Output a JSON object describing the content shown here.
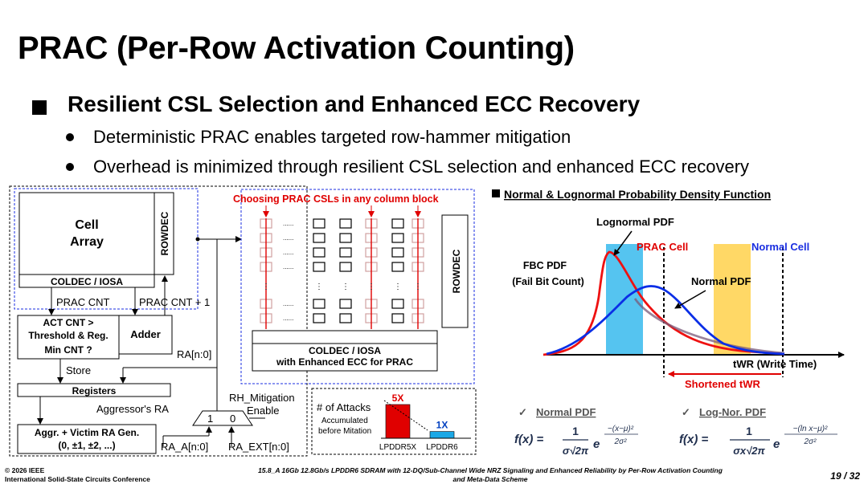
{
  "title": "PRAC (Per-Row Activation Counting)",
  "section_heading": "Resilient CSL Selection and Enhanced ECC Recovery",
  "bullets": [
    "Deterministic PRAC enables targeted row-hammer mitigation",
    "Overhead is minimized through resilient CSL selection and enhanced ECC recovery"
  ],
  "diagram": {
    "cell_array_line1": "Cell",
    "cell_array_line2": "Array",
    "rowdec": "ROWDEC",
    "coldec": "COLDEC / IOSA",
    "prac_cnt": "PRAC CNT",
    "prac_cnt_plus": "PRAC CNT + 1",
    "act_cnt_line1": "ACT CNT >",
    "act_cnt_line2": "Threshold & Reg.",
    "act_cnt_line3": "Min CNT ?",
    "adder": "Adder",
    "ra": "RA[n:0]",
    "store": "Store",
    "registers": "Registers",
    "aggressor_ra": "Aggressor's RA",
    "rh_mitigation_line1": "RH_Mitigation",
    "rh_mitigation_line2": "Enable",
    "mux_1": "1",
    "mux_0": "0",
    "aggr_gen_line1": "Aggr. + Victim RA Gen.",
    "aggr_gen_line2": "(0, ±1, ±2, ...)",
    "ra_a": "RA_A[n:0]",
    "ra_ext": "RA_EXT[n:0]",
    "choosing_csl": "Choosing PRAC CSLs in any column block",
    "coldec_ecc_line1": "COLDEC / IOSA",
    "coldec_ecc_line2": "with Enhanced ECC for PRAC",
    "ellipsis": "......"
  },
  "attack_chart": {
    "label_line1": "# of Attacks",
    "label_line2": "Accumulated",
    "label_line3": "before Mitation",
    "chart_data": {
      "type": "bar",
      "categories": [
        "LPDDR5X",
        "LPDDR6"
      ],
      "values": [
        5,
        1
      ],
      "data_labels": [
        "5X",
        "1X"
      ],
      "colors": [
        "#e00000",
        "#1ba8e6"
      ],
      "label_colors": [
        "#e00000",
        "#0040c0"
      ]
    }
  },
  "pdf_panel": {
    "title": "Normal & Lognormal Probability Density Function",
    "lognormal_label": "Lognormal PDF",
    "prac_cell": "PRAC Cell",
    "normal_cell": "Normal Cell",
    "fbc_line1": "FBC PDF",
    "fbc_line2": "(Fail Bit Count)",
    "normal_pdf": "Normal PDF",
    "twr": "tWR (Write Time)",
    "shortened": "Shortened tWR",
    "normal_pdf_title": "Normal PDF",
    "lognor_title": "Log-Nor. PDF",
    "check": "✓",
    "colors": {
      "lognormal": "#ee1111",
      "normal": "#0a2ee6",
      "prac_band": "#55c4f0",
      "normal_band": "#ffd866",
      "accent_red": "#e00000",
      "accent_blue": "#1a2ee0"
    }
  },
  "formulas": {
    "f_x": "f(x) =",
    "one": "1",
    "den_normal": "σ√2π",
    "den_lognor": "σx√2π",
    "e": "e",
    "exp_num_normal": "−(x−μ)²",
    "exp_num_lognor": "−(ln x−μ)²",
    "exp_den": "2σ²"
  },
  "footer": {
    "copyright": "© 2026 IEEE",
    "conference": "International Solid-State Circuits Conference",
    "paper_line1": "15.8_A 16Gb 12.8Gb/s LPDDR6 SDRAM with 12-DQ/Sub-Channel Wide NRZ Signaling and Enhanced Reliability by Per-Row Activation Counting",
    "paper_line2": "and Meta-Data Scheme",
    "page": "19 / 32"
  }
}
